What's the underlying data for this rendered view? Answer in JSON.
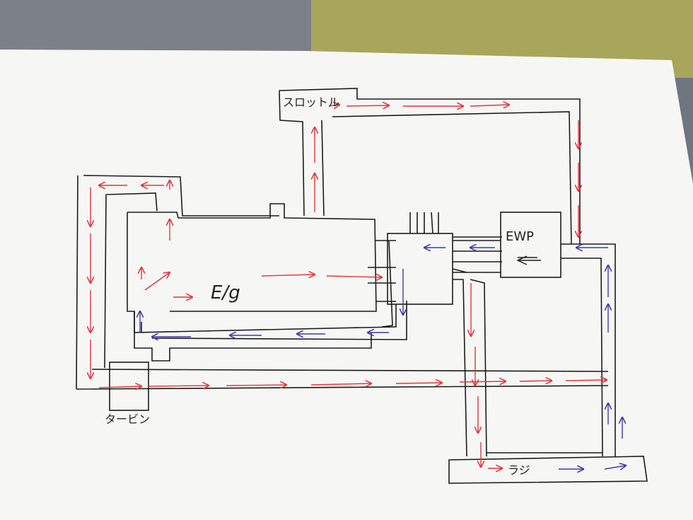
{
  "diagram": {
    "labels": {
      "throttle": "スロットル",
      "engine": "E/g",
      "ewp": "EWP",
      "turbine": "タービン",
      "radiator": "ラジ"
    },
    "colors": {
      "paper": "#f6f6f4",
      "pen": "#1c1c1c",
      "red_arrow": "#e0363e",
      "blue_arrow": "#3b3aa8",
      "desk_gray": "#7b8089",
      "desk_olive": "#a8a65a"
    }
  }
}
